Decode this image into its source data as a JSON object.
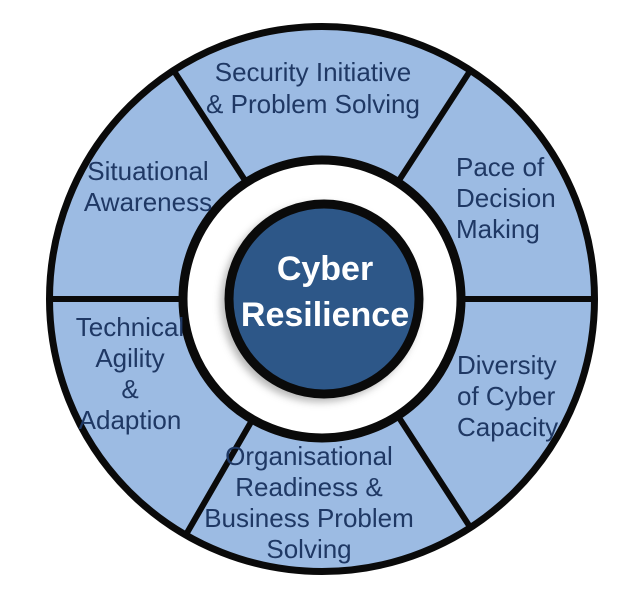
{
  "diagram": {
    "type": "segmented-wheel",
    "center": {
      "label": "Cyber\nResilience"
    },
    "segments": [
      {
        "name": "security-initiative-problem-solving",
        "label": "Security Initiative\n& Problem Solving",
        "position": "top"
      },
      {
        "name": "pace-of-decision-making",
        "label": "Pace of\nDecision\nMaking",
        "position": "upper-right"
      },
      {
        "name": "diversity-of-cyber-capacity",
        "label": "Diversity\nof Cyber\nCapacity",
        "position": "lower-right"
      },
      {
        "name": "organisational-readiness-business-problem-solving",
        "label": "Organisational\nReadiness &\nBusiness Problem\nSolving",
        "position": "bottom"
      },
      {
        "name": "technical-agility-adaption",
        "label": "Technical\nAgility\n&\nAdaption",
        "position": "lower-left"
      },
      {
        "name": "situational-awareness",
        "label": "Situational\nAwareness",
        "position": "upper-left"
      }
    ],
    "colors": {
      "ring_fill": "#9CBBE3",
      "center_fill": "#2D5788",
      "outline": "#0A0A0A",
      "segment_text": "#1F3864",
      "center_text": "#FFFFFF",
      "background": "#FFFFFF"
    }
  }
}
